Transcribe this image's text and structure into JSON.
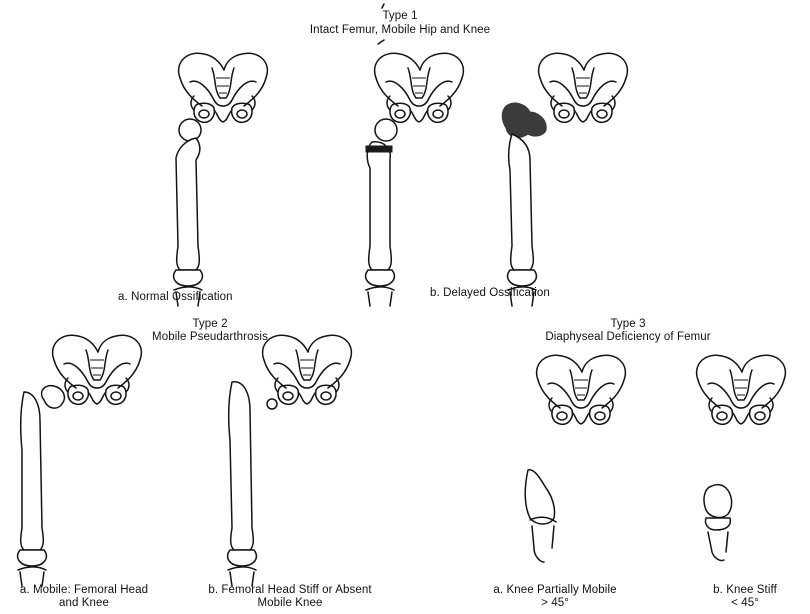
{
  "type1": {
    "title": "Type 1",
    "subtitle": "Intact Femur, Mobile Hip and Knee",
    "label_a": "a.  Normal Ossification",
    "label_b": "b.  Delayed Ossification"
  },
  "type2": {
    "title": "Type 2",
    "subtitle": "Mobile Pseudarthrosis",
    "label_a_line1": "a.  Mobile: Femoral Head",
    "label_a_line2": "and Knee",
    "label_b_line1": "b.  Femoral Head Stiff or Absent",
    "label_b_line2": "Mobile Knee"
  },
  "type3": {
    "title": "Type 3",
    "subtitle": "Diaphyseal Deficiency of Femur",
    "label_a_line1": "a.  Knee Partially Mobile",
    "label_a_line2": "> 45°",
    "label_b_line1": "b.  Knee Stiff",
    "label_b_line2": "< 45°"
  }
}
